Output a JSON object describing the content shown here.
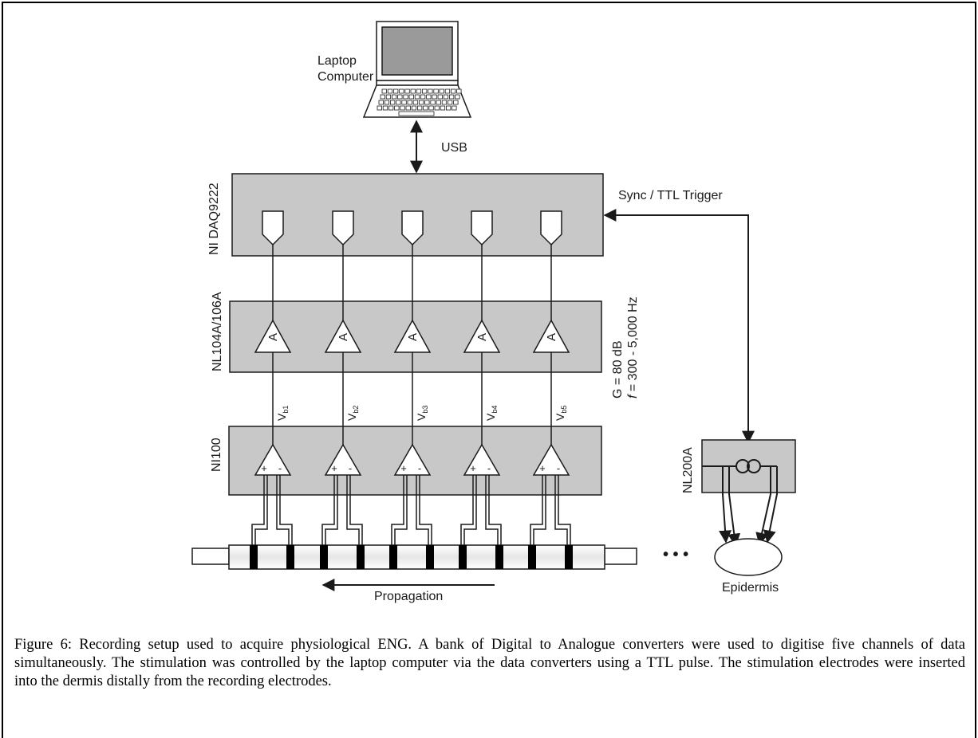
{
  "labels": {
    "laptop_line1": "Laptop",
    "laptop_line2": "Computer",
    "usb": "USB",
    "sync": "Sync / TTL Trigger",
    "daq": "NI DAQ9222",
    "amp_bank": "NL104A/106A",
    "ni100": "NI100",
    "nl200a": "NL200A",
    "gain": "G = 80 dB",
    "freq_symbol": "f",
    "freq_rest": " = 300 - 5,000 Hz",
    "propagation": "Propagation",
    "epidermis": "Epidermis",
    "dots": "• • •"
  },
  "amplifier_letter": "A",
  "diff_plus": "+",
  "diff_minus": "-",
  "voltage_main": "V",
  "voltage_subs": [
    "b1",
    "b2",
    "b3",
    "b4",
    "b5"
  ],
  "caption": {
    "justified": "Figure 6: Recording setup used to acquire physiological ENG. A bank of Digital to Analogue converters were used to digitise five channels of data simultaneously. The stimulation was controlled by the laptop computer via the data converters using a TTL pulse. The stimulation electrodes were inserted",
    "last_line": "into the dermis distally from the recording electrodes."
  },
  "colors": {
    "box_fill": "#c8c8c8",
    "laptop_screen": "#9a9a9a",
    "line": "#1a1a1a"
  }
}
